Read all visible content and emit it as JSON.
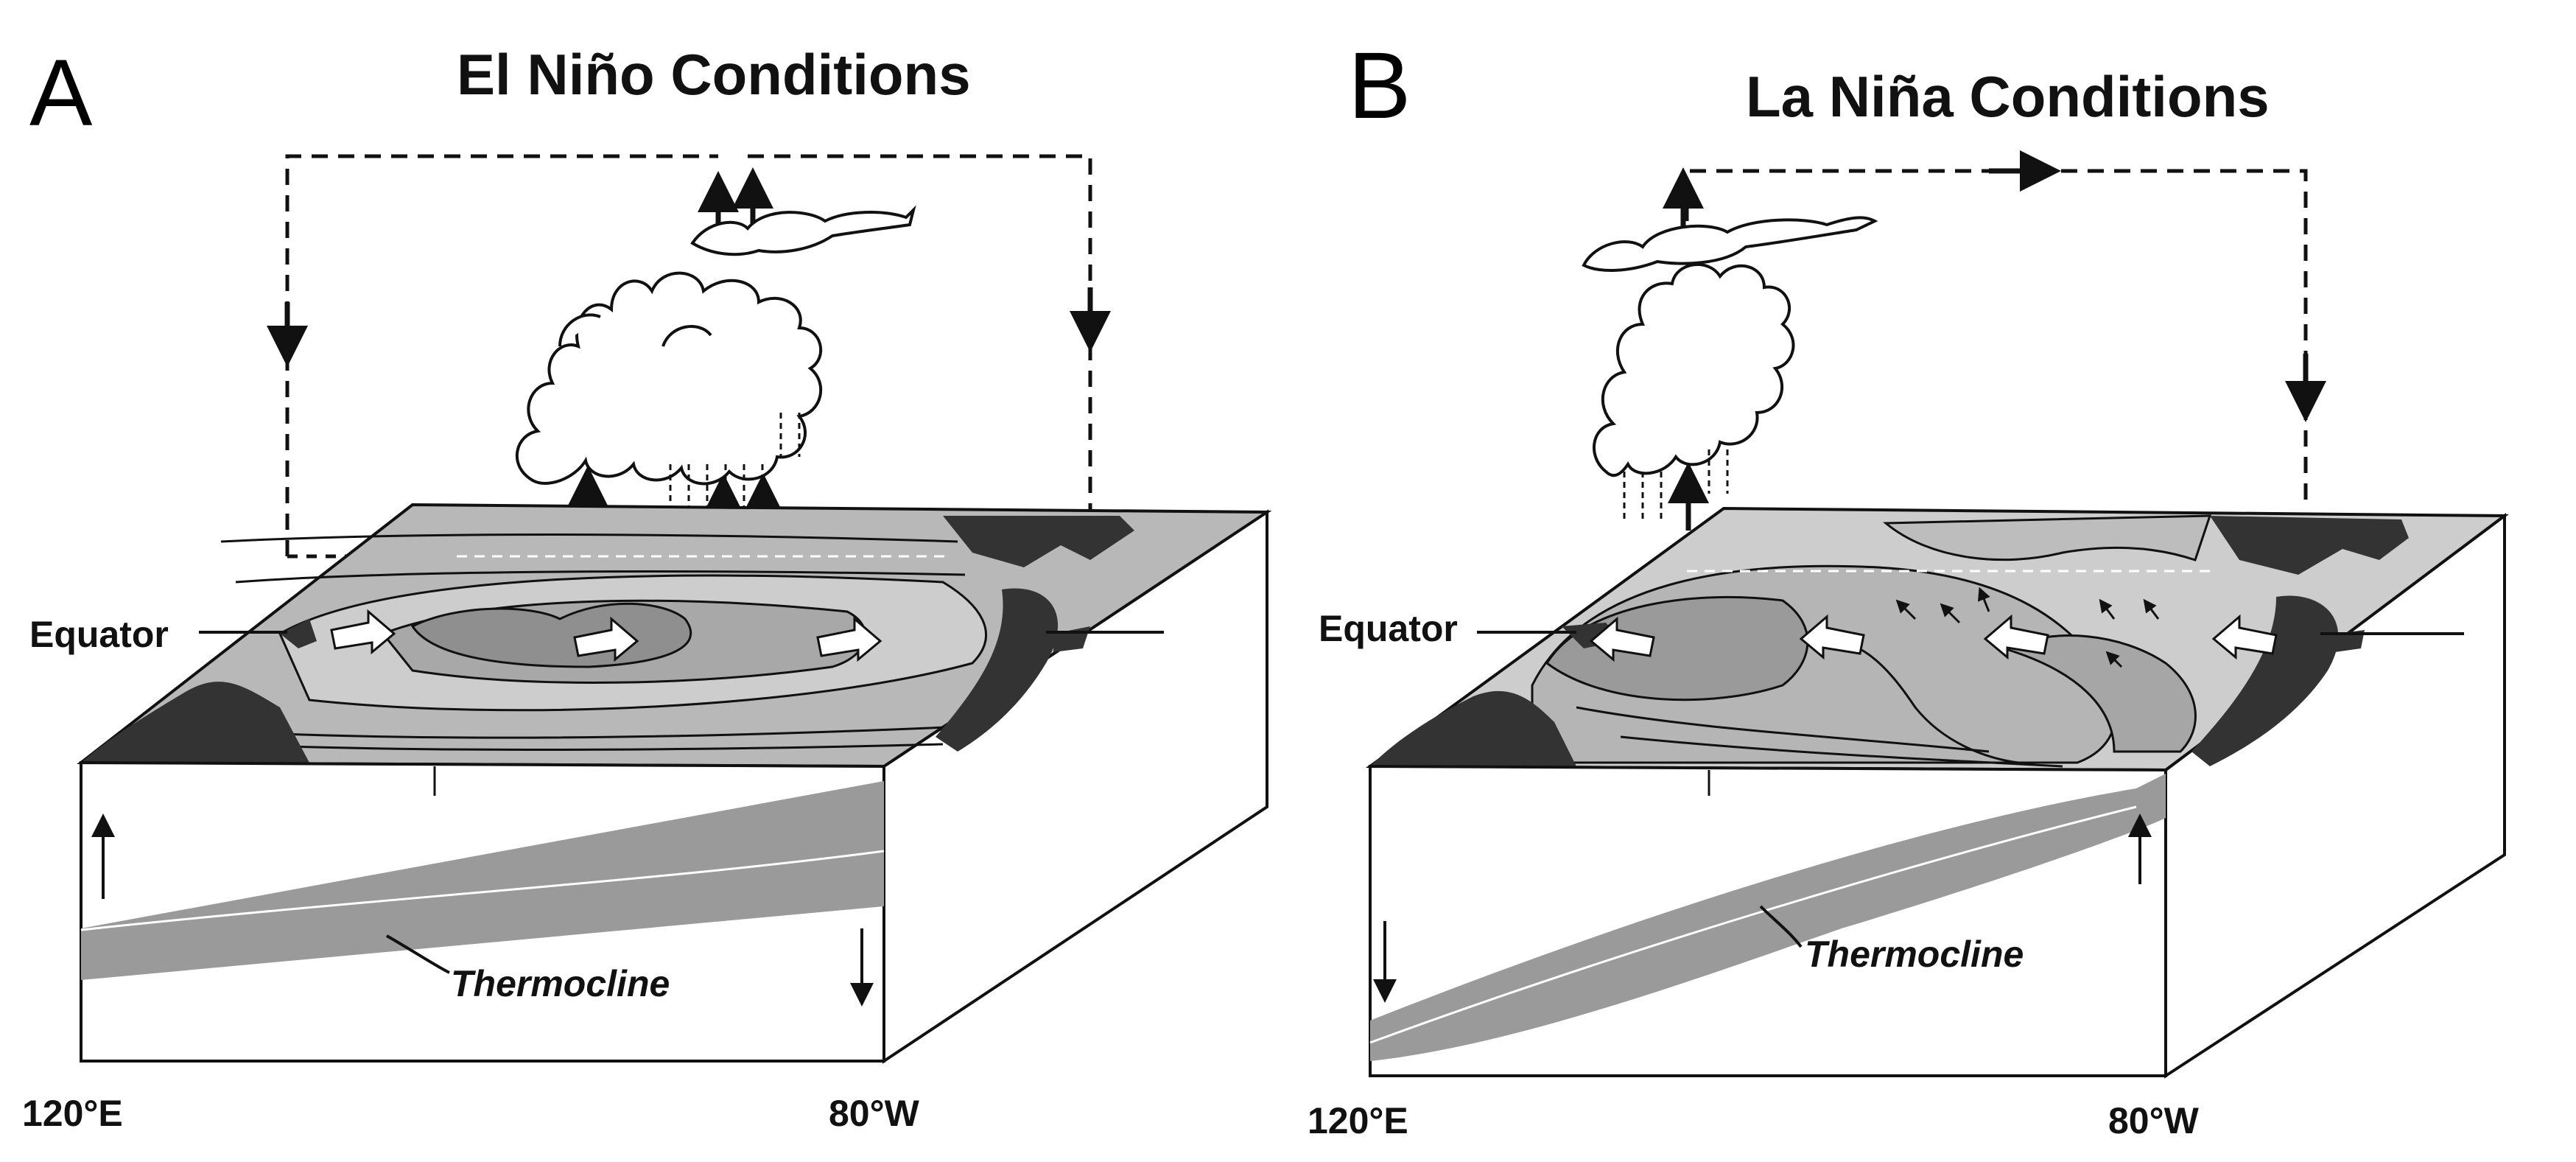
{
  "panels": [
    {
      "letter": "A",
      "title": "El Niño Conditions",
      "equator_label": "Equator",
      "thermocline_label": "Thermocline",
      "lon_left": "120°E",
      "lon_right": "80°W"
    },
    {
      "letter": "B",
      "title": "La Niña Conditions",
      "equator_label": "Equator",
      "thermocline_label": "Thermocline",
      "lon_left": "120°E",
      "lon_right": "80°W"
    }
  ],
  "colors": {
    "land": "#333333",
    "ocean_light": "#cfcfcf",
    "ocean_mid": "#b2b2b2",
    "ocean_dark": "#8f8f8f",
    "thermocline_band": "#9a9a9a",
    "box_front": "#ffffff",
    "outline": "#111111"
  }
}
